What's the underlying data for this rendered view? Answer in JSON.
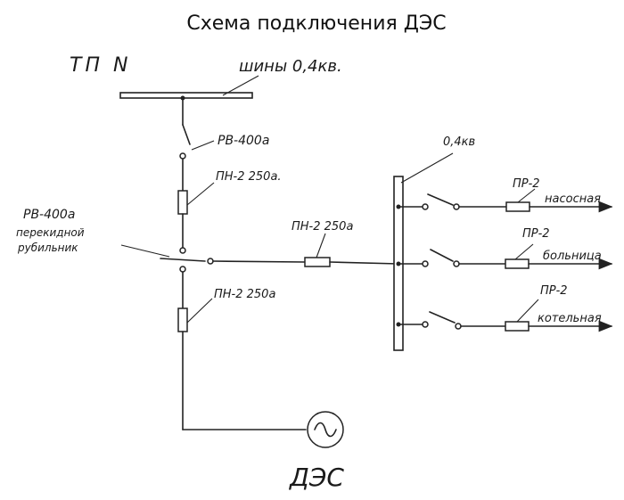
{
  "title": "Схема подключения ДЭС",
  "labels": {
    "tp": "ТП N",
    "busbars_main": "шины 0,4кв.",
    "switch_top": "РВ-400а",
    "fuse_top": "ПН-2 250а.",
    "switch_change_1": "РВ-400а",
    "switch_change_2": "перекидной",
    "switch_change_3": "рубильник",
    "fuse_middle": "ПН-2 250а",
    "fuse_lower": "ПН-2 250а",
    "bus_right": "0,4кв",
    "generator": "ДЭС"
  },
  "outputs": [
    {
      "fuse": "ПР-2",
      "consumer": "насосная"
    },
    {
      "fuse": "ПР-2",
      "consumer": "больница"
    },
    {
      "fuse": "ПР-2",
      "consumer": "котельная"
    }
  ],
  "generator_symbol": "~"
}
